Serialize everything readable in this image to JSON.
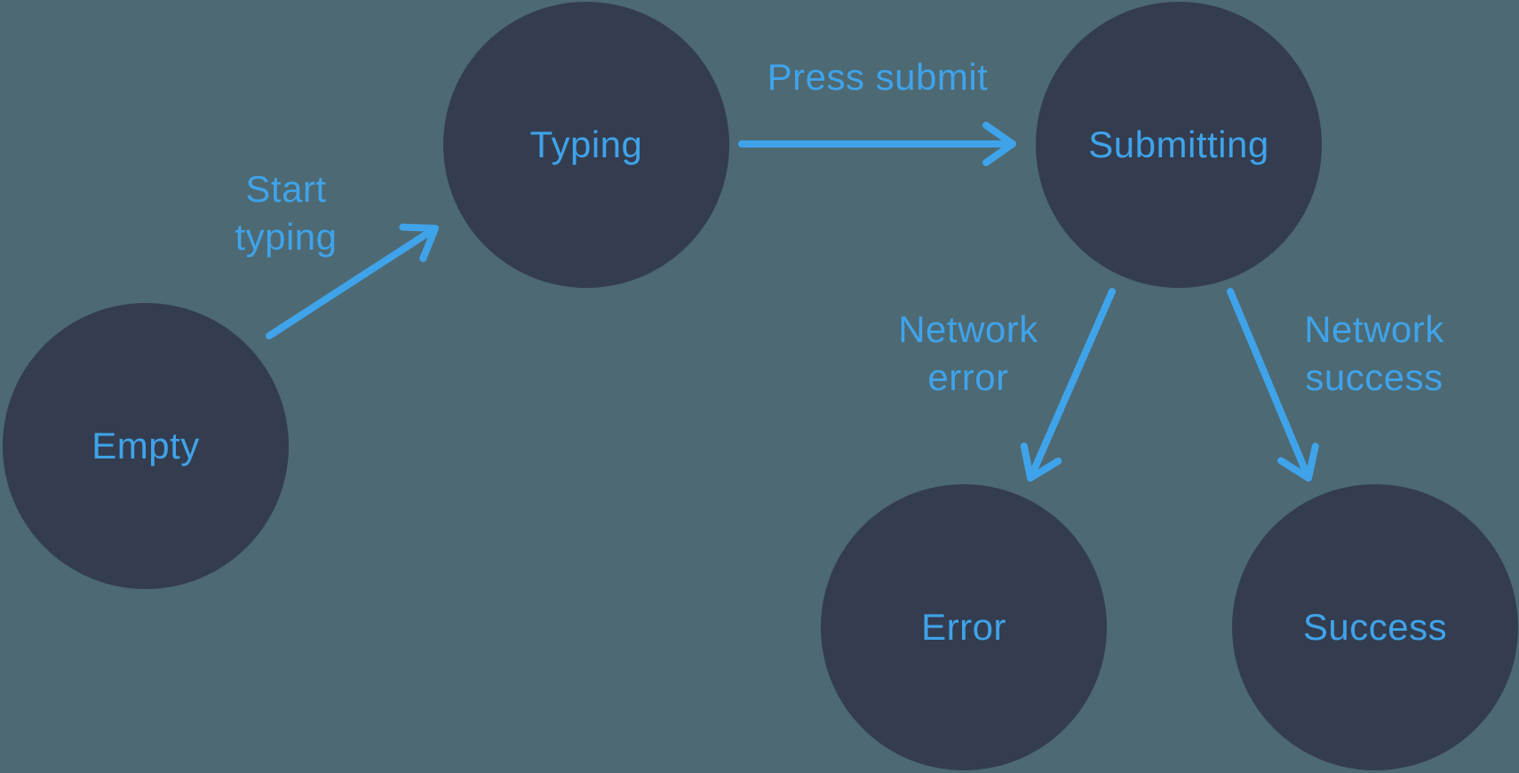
{
  "diagram": {
    "colors": {
      "background": "#4D6973",
      "node-fill": "#333D4F",
      "accent": "#3FA3EA"
    },
    "nodes": [
      {
        "id": "empty",
        "label": "Empty"
      },
      {
        "id": "typing",
        "label": "Typing"
      },
      {
        "id": "submitting",
        "label": "Submitting"
      },
      {
        "id": "error",
        "label": "Error"
      },
      {
        "id": "success",
        "label": "Success"
      }
    ],
    "edges": [
      {
        "from": "empty",
        "to": "typing",
        "label": "Start typing",
        "label_lines": [
          "Start",
          "typing"
        ]
      },
      {
        "from": "typing",
        "to": "submitting",
        "label": "Press submit",
        "label_lines": [
          "Press submit"
        ]
      },
      {
        "from": "submitting",
        "to": "error",
        "label": "Network error",
        "label_lines": [
          "Network",
          "error"
        ]
      },
      {
        "from": "submitting",
        "to": "success",
        "label": "Network success",
        "label_lines": [
          "Network",
          "success"
        ]
      }
    ]
  }
}
